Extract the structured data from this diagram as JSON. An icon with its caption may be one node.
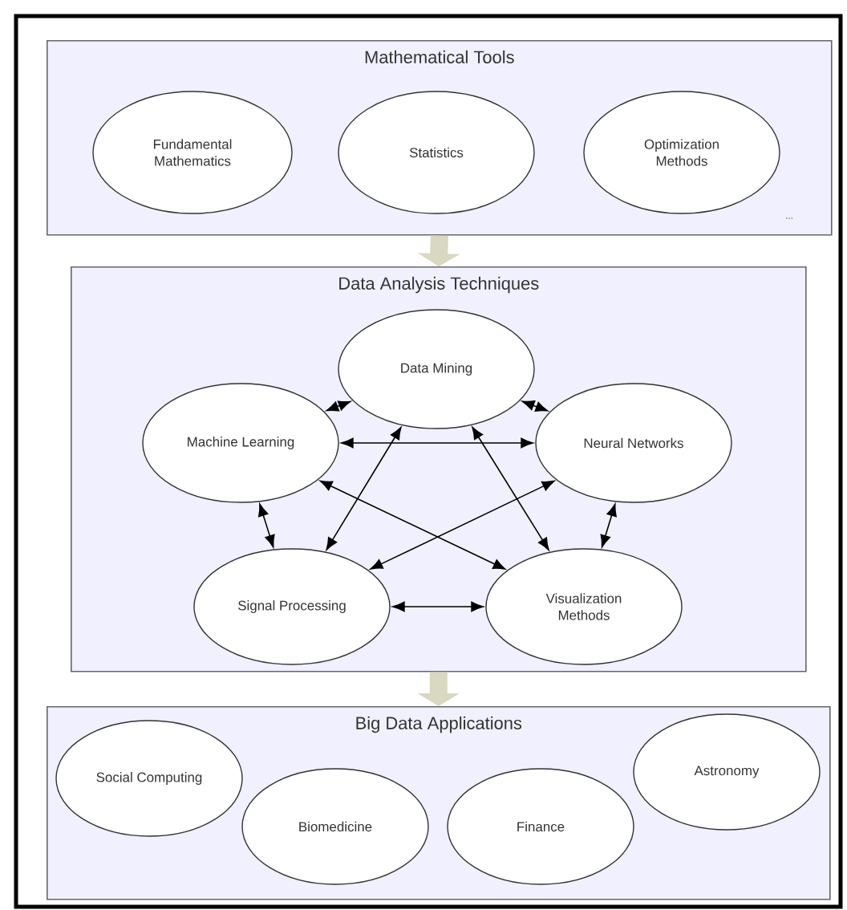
{
  "diagram": {
    "nodes": [
      {
        "text": [
          "Mathematical Tools"
        ]
      },
      {
        "text": [
          "Fundamental Mathematics"
        ],
        "in": 0
      },
      {
        "text": [
          "Statistics"
        ],
        "in": 0
      },
      {
        "text": [
          "Optimization Methods"
        ],
        "in": 0
      },
      {
        "text": [
          "Data Analysis Techniques"
        ]
      },
      {
        "text": [
          "Data Mining"
        ],
        "in": 4
      },
      {
        "text": [
          "Machine Learning"
        ],
        "in": 4
      },
      {
        "text": [
          "Neural Networks"
        ],
        "in": 4
      },
      {
        "text": [
          "Signal Processing"
        ],
        "in": 4
      },
      {
        "text": [
          "Visualization Methods"
        ],
        "in": 4
      },
      {
        "text": [
          "Big Data Applications"
        ]
      },
      {
        "text": [
          "Social Computing"
        ],
        "in": 10
      },
      {
        "text": [
          "Biomedicine"
        ],
        "in": 10
      },
      {
        "text": [
          "Finance"
        ],
        "in": 10
      },
      {
        "text": [
          "Astronomy"
        ],
        "in": 10
      }
    ],
    "edges": [
      {
        "from": 0,
        "to": 4,
        "arrow": "to",
        "style": "thick",
        "color": "#d9d8c0"
      },
      {
        "from": 4,
        "to": 10,
        "arrow": "to",
        "style": "thick",
        "color": "#d9d8c0"
      },
      {
        "from": 5,
        "to": 6,
        "arrow": "both"
      },
      {
        "from": 5,
        "to": 7,
        "arrow": "both"
      },
      {
        "from": 6,
        "to": 7,
        "arrow": "both"
      },
      {
        "from": 5,
        "to": 8,
        "arrow": "both"
      },
      {
        "from": 5,
        "to": 9,
        "arrow": "both"
      },
      {
        "from": 6,
        "to": 9,
        "arrow": "both"
      },
      {
        "from": 7,
        "to": 8,
        "arrow": "both"
      },
      {
        "from": 6,
        "to": 8,
        "arrow": "both"
      },
      {
        "from": 7,
        "to": 9,
        "arrow": "both"
      },
      {
        "from": 8,
        "to": 9,
        "arrow": "both"
      }
    ],
    "labels": [
      "..."
    ]
  }
}
